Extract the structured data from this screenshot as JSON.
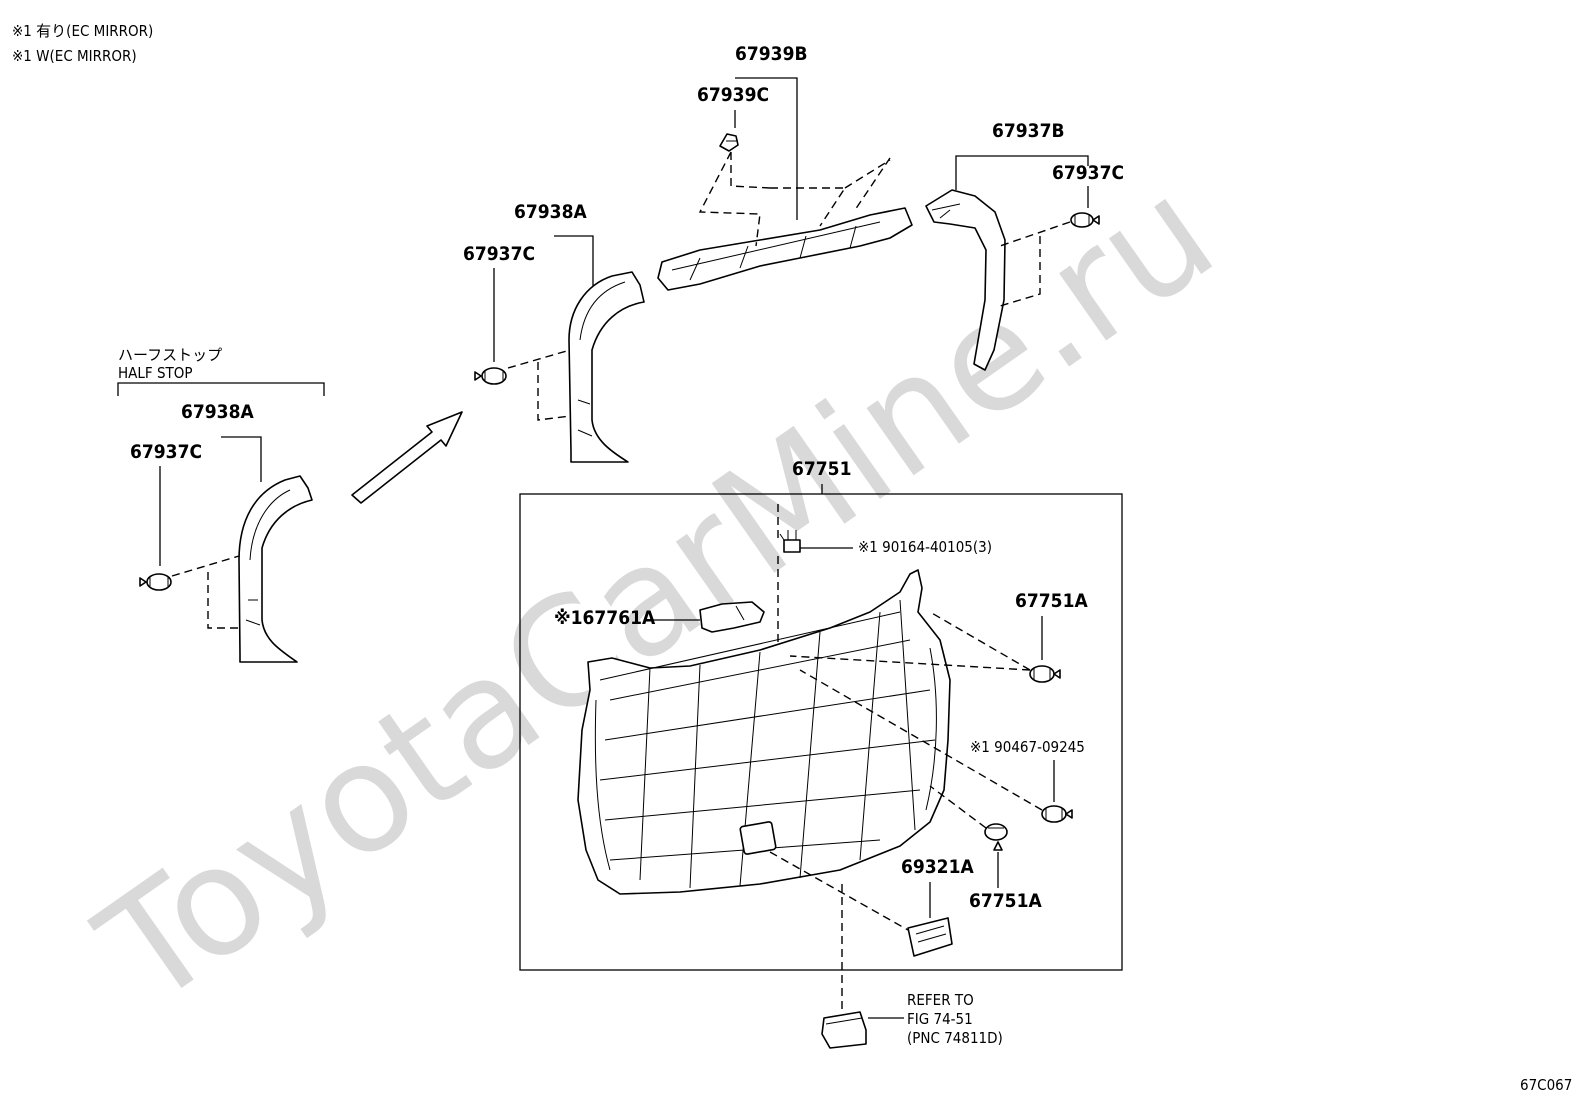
{
  "notes": {
    "line1": "※1 有り(EC MIRROR)",
    "line2": "※1 W(EC MIRROR)"
  },
  "watermark": "ToyotaCarMine.ru",
  "figure_code": "67C067",
  "half_stop": {
    "jp": "ハーフストップ",
    "en": "HALF STOP",
    "part": "67938A",
    "clip": "67937C"
  },
  "parts": {
    "p67939B": "67939B",
    "p67939C": "67939C",
    "p67938A": "67938A",
    "p67937C_left": "67937C",
    "p67937B": "67937B",
    "p67937C_right": "67937C",
    "p67751": "67751",
    "p90164": "※1 90164-40105(3)",
    "p67761A": "※167761A",
    "p67751A_top": "67751A",
    "p90467": "※1 90467-09245",
    "p69321A": "69321A",
    "p67751A_bottom": "67751A"
  },
  "refer": {
    "line1": "REFER TO",
    "line2": "FIG 74-51",
    "line3": "(PNC 74811D)"
  }
}
